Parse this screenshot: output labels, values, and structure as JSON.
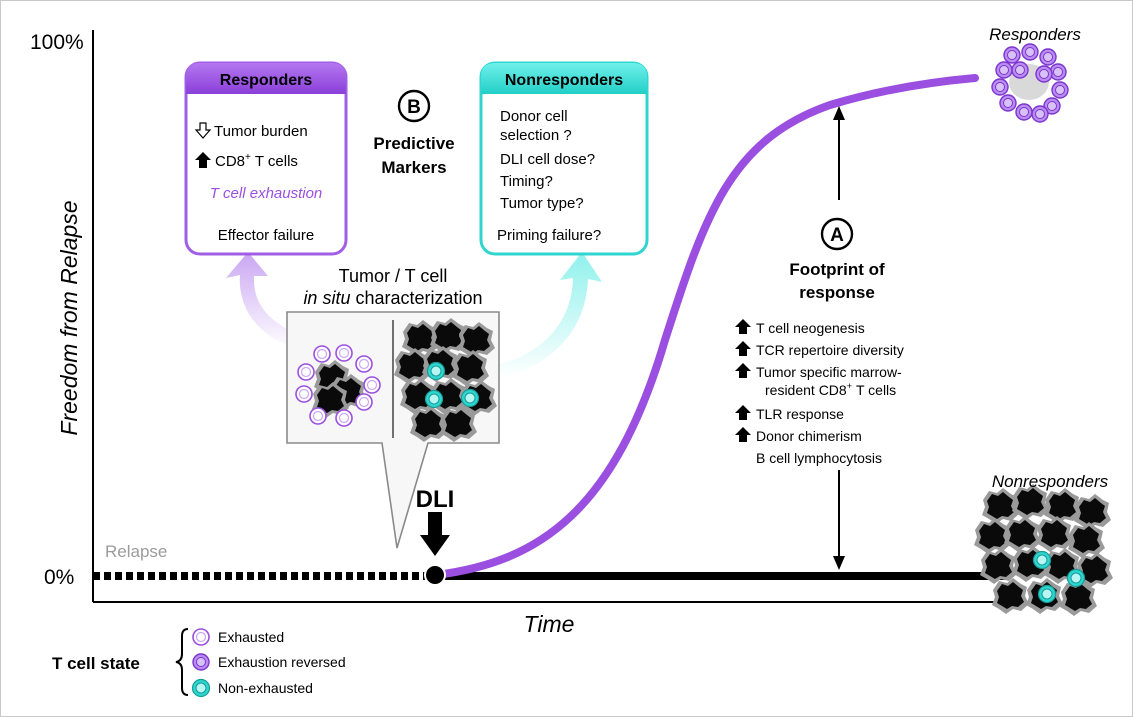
{
  "axes": {
    "y_label": "Freedom from Relapse",
    "x_label": "Time",
    "y_top_tick": "100%",
    "y_bottom_tick": "0%"
  },
  "curve_labels": {
    "relapse": "Relapse",
    "dli": "DLI",
    "responders": "Responders",
    "nonresponders": "Nonresponders"
  },
  "responders_box": {
    "title": "Responders",
    "items": [
      "Tumor burden",
      "CD8",
      "T cells",
      "T cell exhaustion",
      "Effector failure"
    ],
    "superscript": "+"
  },
  "predictive": {
    "badge": "B",
    "line1": "Predictive",
    "line2": "Markers"
  },
  "nonresponders_box": {
    "title": "Nonresponders",
    "items": [
      "Donor cell",
      "selection ?",
      "DLI cell dose?",
      "Timing?",
      "Tumor type?",
      "Priming failure?"
    ]
  },
  "characterization": {
    "line1": "Tumor / T cell",
    "line2_italic": "in situ",
    "line2_rest": " characterization"
  },
  "footprint": {
    "badge": "A",
    "line1": "Footprint of",
    "line2": "response",
    "items": [
      "T cell neogenesis",
      "TCR repertoire diversity",
      "Tumor specific marrow-",
      "resident CD8",
      "T cells",
      "TLR response",
      "Donor chimerism",
      "B cell lymphocytosis"
    ],
    "superscript": "+"
  },
  "legend": {
    "title": "T cell state",
    "items": [
      "Exhausted",
      "Exhaustion reversed",
      "Non-exhausted"
    ]
  },
  "colors": {
    "purple": "#9b4fe0",
    "cyan": "#2fd6d0",
    "light_purple": "#c9a6f2"
  }
}
